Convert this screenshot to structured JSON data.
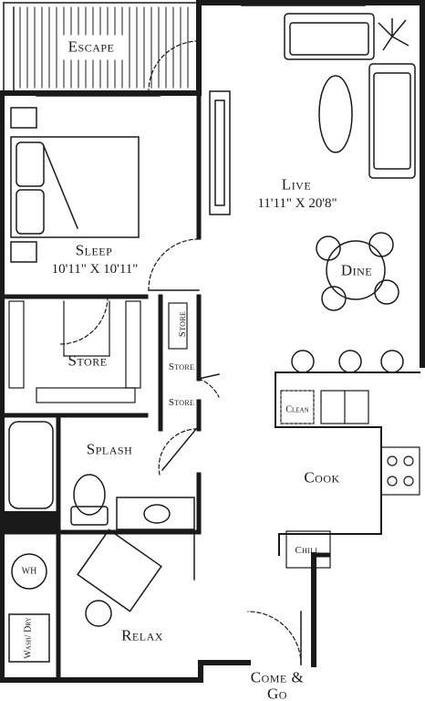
{
  "rooms": {
    "escape": {
      "name": "Escape"
    },
    "live": {
      "name": "Live",
      "dims": "11'11\" X 20'8\""
    },
    "sleep": {
      "name": "Sleep",
      "dims": "10'11\" X 10'11\""
    },
    "dine": {
      "name": "Dine"
    },
    "store_closet": {
      "name": "Store"
    },
    "store_small_1": {
      "name": "Store"
    },
    "store_small_2": {
      "name": "Store"
    },
    "store_small_3": {
      "name": "Store"
    },
    "splash": {
      "name": "Splash"
    },
    "cook": {
      "name": "Cook"
    },
    "relax": {
      "name": "Relax"
    },
    "entry": {
      "line1": "Come &",
      "line2": "Go"
    }
  },
  "fixtures": {
    "clean": "Clean",
    "chill": "Chill",
    "wh": "WH",
    "wash_dry": "Wash/ Dry"
  },
  "colors": {
    "wall": "#1a1a1a",
    "background": "#ffffff",
    "line": "#333333"
  }
}
